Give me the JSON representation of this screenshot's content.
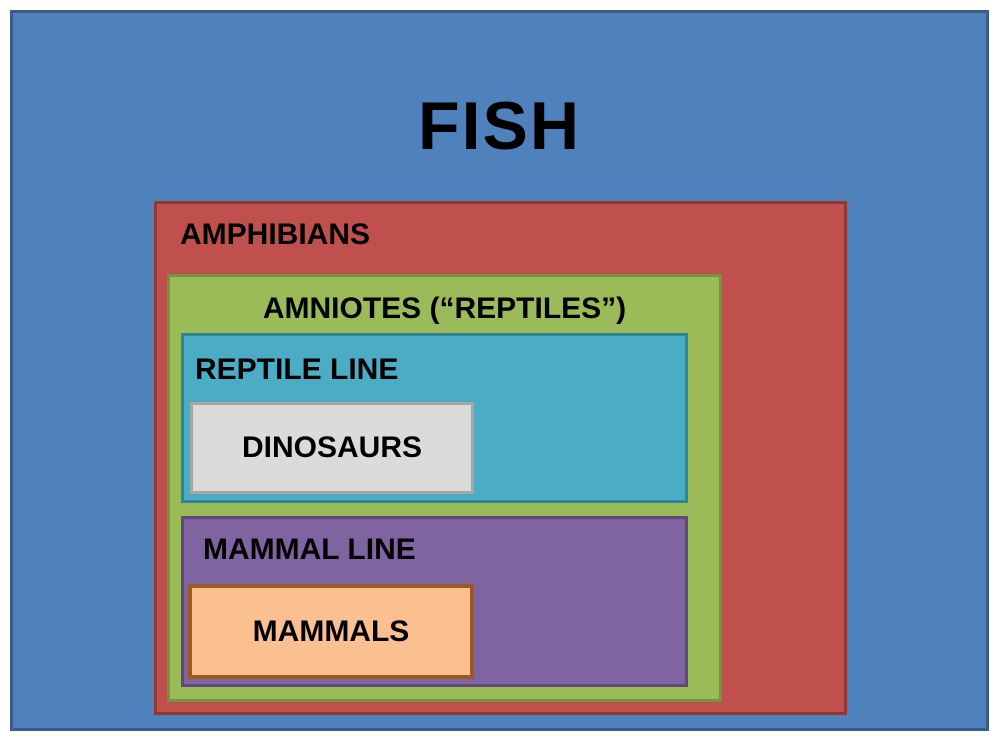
{
  "slide": {
    "background": "#FFFFFF",
    "text_color": "#000000",
    "fish": {
      "label": "FISH",
      "fill": "#4F81BD",
      "border_color": "#385D8A",
      "amphibians": {
        "label": "AMPHIBIANS",
        "fill": "#C0504D",
        "border_color": "#943634",
        "amniotes": {
          "label": "AMNIOTES (“REPTILES”)",
          "fill": "#9BBB59",
          "border_color": "#77933C",
          "reptile_line": {
            "label": "REPTILE LINE",
            "fill": "#4BACC6",
            "border_color": "#31859B",
            "dinosaurs": {
              "label": "DINOSAURS",
              "fill": "#DBDBDB",
              "border_color": "#A6A6A6"
            }
          },
          "mammal_line": {
            "label": "MAMMAL LINE",
            "fill": "#8064A2",
            "border_color": "#5F497A",
            "mammals": {
              "label": "MAMMALS",
              "fill": "#FBC090",
              "border_color": "#9C5A20"
            }
          }
        }
      }
    }
  }
}
